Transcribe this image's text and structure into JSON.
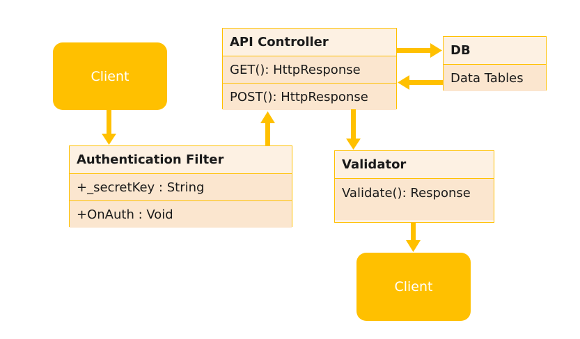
{
  "nodes": {
    "client_top": {
      "label": "Client"
    },
    "client_bottom": {
      "label": "Client"
    },
    "api_controller": {
      "title": "API Controller",
      "members": [
        "GET(): HttpResponse",
        "POST(): HttpResponse"
      ]
    },
    "db": {
      "title": "DB",
      "members": [
        "Data Tables"
      ]
    },
    "auth_filter": {
      "title": "Authentication Filter",
      "members": [
        "+_secretKey : String",
        "+OnAuth : Void"
      ]
    },
    "validator": {
      "title": "Validator",
      "members": [
        "Validate(): Response"
      ]
    }
  },
  "edges": [
    {
      "from": "client_top",
      "to": "auth_filter"
    },
    {
      "from": "auth_filter",
      "to": "api_controller"
    },
    {
      "from": "api_controller",
      "to": "db"
    },
    {
      "from": "db",
      "to": "api_controller"
    },
    {
      "from": "api_controller",
      "to": "validator"
    },
    {
      "from": "validator",
      "to": "client_bottom"
    }
  ],
  "colors": {
    "accent": "#ffc000",
    "box_fill": "#fdf1e3",
    "row_fill": "#fbe6cf",
    "client_text": "#ffffff"
  }
}
